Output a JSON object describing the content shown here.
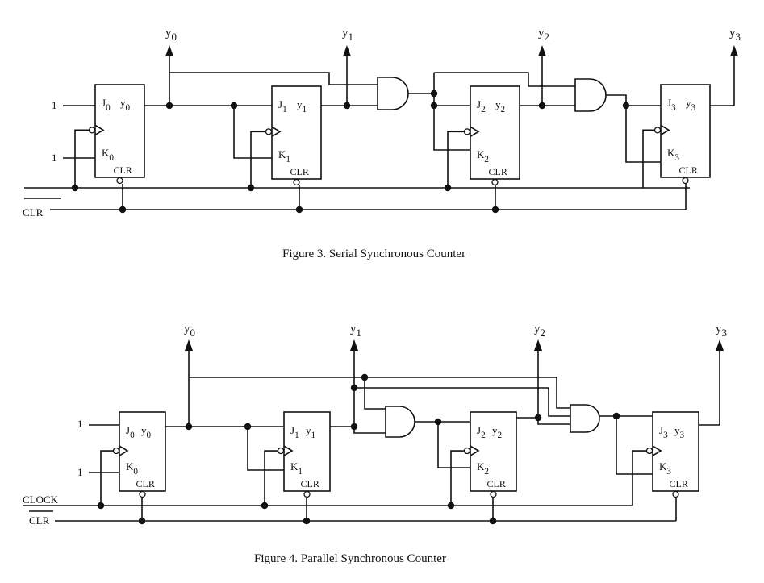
{
  "figure3": {
    "caption": "Figure 3.  Serial Synchronous Counter",
    "input_one": "1",
    "clr_label": "CLR",
    "outputs": [
      {
        "var": "y",
        "sub": "0"
      },
      {
        "var": "y",
        "sub": "1"
      },
      {
        "var": "y",
        "sub": "2"
      },
      {
        "var": "y",
        "sub": "3"
      }
    ],
    "flipflops": [
      {
        "j": "0",
        "k": "0",
        "y": "0",
        "clr": "CLR"
      },
      {
        "j": "1",
        "k": "1",
        "y": "1",
        "clr": "CLR"
      },
      {
        "j": "2",
        "k": "2",
        "y": "2",
        "clr": "CLR"
      },
      {
        "j": "3",
        "k": "3",
        "y": "3",
        "clr": "CLR"
      }
    ]
  },
  "figure4": {
    "caption": "Figure 4.  Parallel Synchronous Counter",
    "input_one": "1",
    "clock_label": "CLOCK",
    "clr_label": "CLR",
    "outputs": [
      {
        "var": "y",
        "sub": "0"
      },
      {
        "var": "y",
        "sub": "1"
      },
      {
        "var": "y",
        "sub": "2"
      },
      {
        "var": "y",
        "sub": "3"
      }
    ],
    "flipflops": [
      {
        "j": "0",
        "k": "0",
        "y": "0",
        "clr": "CLR"
      },
      {
        "j": "1",
        "k": "1",
        "y": "1",
        "clr": "CLR"
      },
      {
        "j": "2",
        "k": "2",
        "y": "2",
        "clr": "CLR"
      },
      {
        "j": "3",
        "k": "3",
        "y": "3",
        "clr": "CLR"
      }
    ]
  }
}
